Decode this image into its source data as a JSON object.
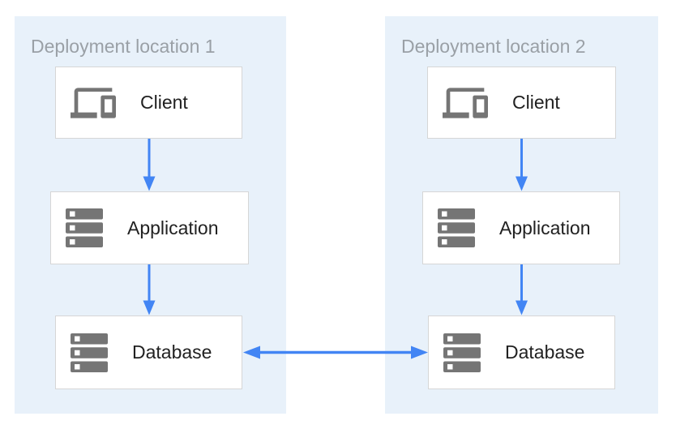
{
  "panels": [
    {
      "title": "Deployment location 1",
      "nodes": [
        {
          "id": "client-1",
          "label": "Client",
          "icon": "devices-icon"
        },
        {
          "id": "application-1",
          "label": "Application",
          "icon": "server-stack-icon"
        },
        {
          "id": "database-1",
          "label": "Database",
          "icon": "server-stack-icon"
        }
      ]
    },
    {
      "title": "Deployment location 2",
      "nodes": [
        {
          "id": "client-2",
          "label": "Client",
          "icon": "devices-icon"
        },
        {
          "id": "application-2",
          "label": "Application",
          "icon": "server-stack-icon"
        },
        {
          "id": "database-2",
          "label": "Database",
          "icon": "server-stack-icon"
        }
      ]
    }
  ],
  "connections": [
    {
      "from": "client-1",
      "to": "application-1",
      "direction": "down"
    },
    {
      "from": "application-1",
      "to": "database-1",
      "direction": "down"
    },
    {
      "from": "client-2",
      "to": "application-2",
      "direction": "down"
    },
    {
      "from": "application-2",
      "to": "database-2",
      "direction": "down"
    },
    {
      "from": "database-1",
      "to": "database-2",
      "direction": "bidirectional"
    }
  ],
  "colors": {
    "panel_bg": "#E8F1FA",
    "box_bg": "#FFFFFF",
    "box_border": "#D6D6D6",
    "icon_gray": "#757575",
    "arrow_blue": "#4285F4",
    "title_gray": "#9AA0A6",
    "label_dark": "#212121"
  }
}
